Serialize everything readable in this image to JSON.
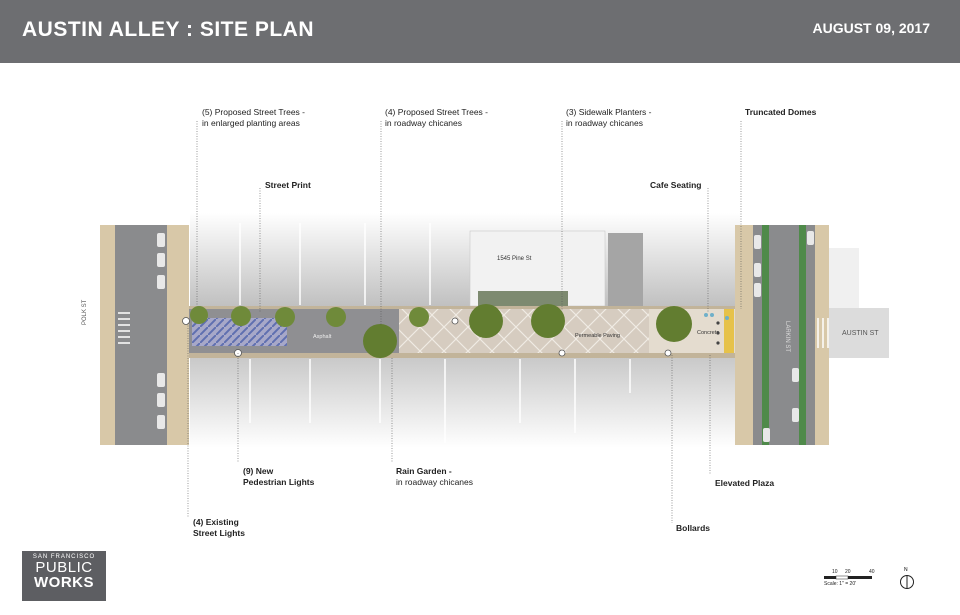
{
  "header": {
    "title": "AUSTIN ALLEY : SITE PLAN",
    "date": "AUGUST 09, 2017"
  },
  "callouts": {
    "street_trees_5": {
      "title": "(5) Proposed Street Trees -",
      "sub": "in enlarged planting areas"
    },
    "street_trees_4": {
      "title": "(4) Proposed Street Trees -",
      "sub": "in roadway chicanes"
    },
    "sidewalk_planters": {
      "title": "(3) Sidewalk Planters -",
      "sub": "in roadway chicanes"
    },
    "truncated_domes": {
      "title": "Truncated Domes"
    },
    "street_print": {
      "title": "Street Print"
    },
    "cafe_seating": {
      "title": "Cafe Seating"
    },
    "pedestrian_lights": {
      "title": "(9) New",
      "sub": "Pedestrian Lights"
    },
    "rain_garden": {
      "title": "Rain Garden -",
      "sub": "in roadway chicanes"
    },
    "elevated_plaza": {
      "title": "Elevated Plaza"
    },
    "existing_lights": {
      "title": "(4) Existing",
      "sub": "Street Lights"
    },
    "bollards": {
      "title": "Bollards"
    }
  },
  "plan_labels": {
    "building_address": "1545 Pine St",
    "asphalt": "Asphalt",
    "permeable_paving": "Permeable Paving",
    "concrete": "Concrete",
    "polk_st": "POLK ST",
    "austin_st": "AUSTIN ST",
    "larkin_st": "LARKIN ST"
  },
  "logo": {
    "line1": "SAN FRANCISCO",
    "line2": "PUBLIC",
    "line3": "WORKS"
  },
  "scale": {
    "ticks": [
      "10",
      "20",
      "40"
    ],
    "note": "Scale: 1\" = 20'",
    "north": "N"
  },
  "colors": {
    "header": "#6d6e71",
    "road": "#8a8b8d",
    "sidewalk": "#d8c8a8",
    "tree": "#6f8a3a",
    "bike_lane": "#4f8a4a"
  }
}
